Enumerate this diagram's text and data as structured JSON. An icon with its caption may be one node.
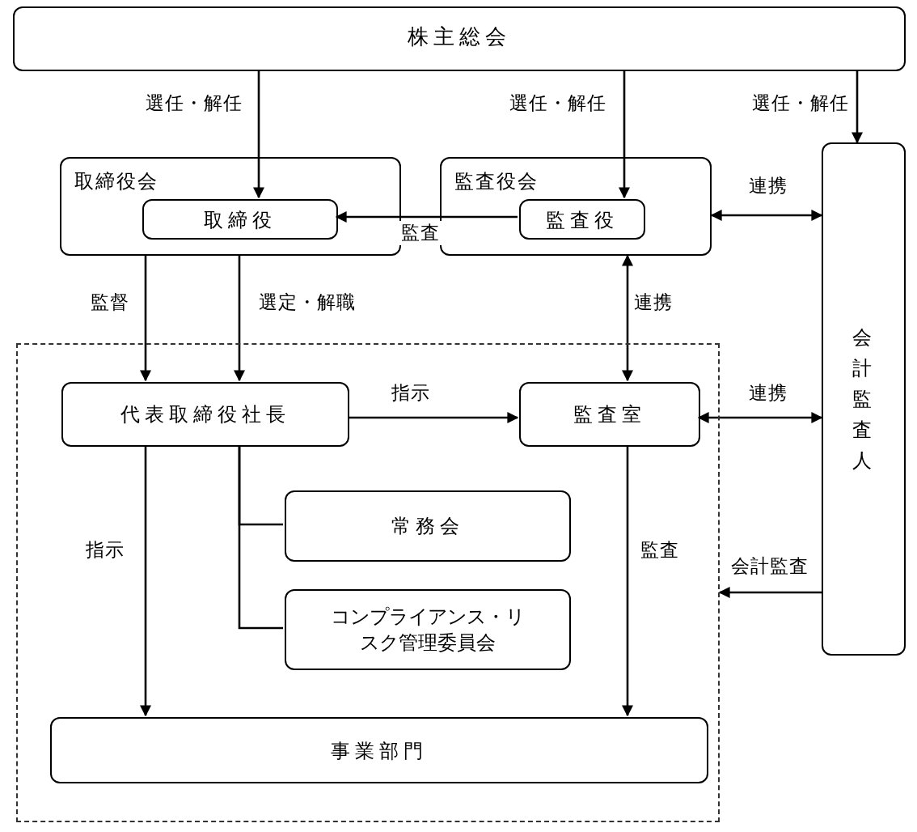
{
  "diagram": {
    "nodes": [
      {
        "text": [
          "株主総会"
        ]
      },
      {
        "text": [
          "取締役会"
        ]
      },
      {
        "text": [
          "取締役"
        ],
        "in": 1
      },
      {
        "text": [
          "監査役会"
        ]
      },
      {
        "text": [
          "監査役"
        ],
        "in": 3
      },
      {
        "text": [
          "会計監査人"
        ]
      },
      {
        "text": [],
        "shape": "box"
      },
      {
        "text": [
          "代表取締役社長"
        ],
        "in": 6
      },
      {
        "text": [
          "監査室"
        ],
        "in": 6
      },
      {
        "text": [
          "常務会"
        ],
        "in": 6
      },
      {
        "text": [
          "コンプライアンス・リスク管理委員会"
        ],
        "in": 6
      },
      {
        "text": [
          "事業部門"
        ],
        "in": 6
      }
    ],
    "edges": [
      {
        "from": 0,
        "to": 2,
        "arrow": "to",
        "label": "選任・解任"
      },
      {
        "from": 0,
        "to": 4,
        "arrow": "to",
        "label": "選任・解任"
      },
      {
        "from": 0,
        "to": 5,
        "arrow": "to",
        "label": "選任・解任"
      },
      {
        "from": 4,
        "to": 2,
        "arrow": "to",
        "label": "監査"
      },
      {
        "from": 3,
        "to": 5,
        "arrow": "both",
        "label": "連携"
      },
      {
        "from": 1,
        "to": 7,
        "arrow": "to",
        "label": "監督"
      },
      {
        "from": 1,
        "to": 7,
        "arrow": "to",
        "label": "選定・解職"
      },
      {
        "from": 3,
        "to": 8,
        "arrow": "both",
        "label": "連携"
      },
      {
        "from": 7,
        "to": 8,
        "arrow": "to",
        "label": "指示"
      },
      {
        "from": 8,
        "to": 5,
        "arrow": "both",
        "label": "連携"
      },
      {
        "from": 7,
        "to": 11,
        "arrow": "to",
        "label": "指示"
      },
      {
        "from": 7,
        "to": 9,
        "arrow": "none"
      },
      {
        "from": 7,
        "to": 10,
        "arrow": "none"
      },
      {
        "from": 8,
        "to": 11,
        "arrow": "to",
        "label": "監査"
      },
      {
        "from": 5,
        "to": 6,
        "arrow": "to",
        "label": "会計監査"
      }
    ]
  }
}
